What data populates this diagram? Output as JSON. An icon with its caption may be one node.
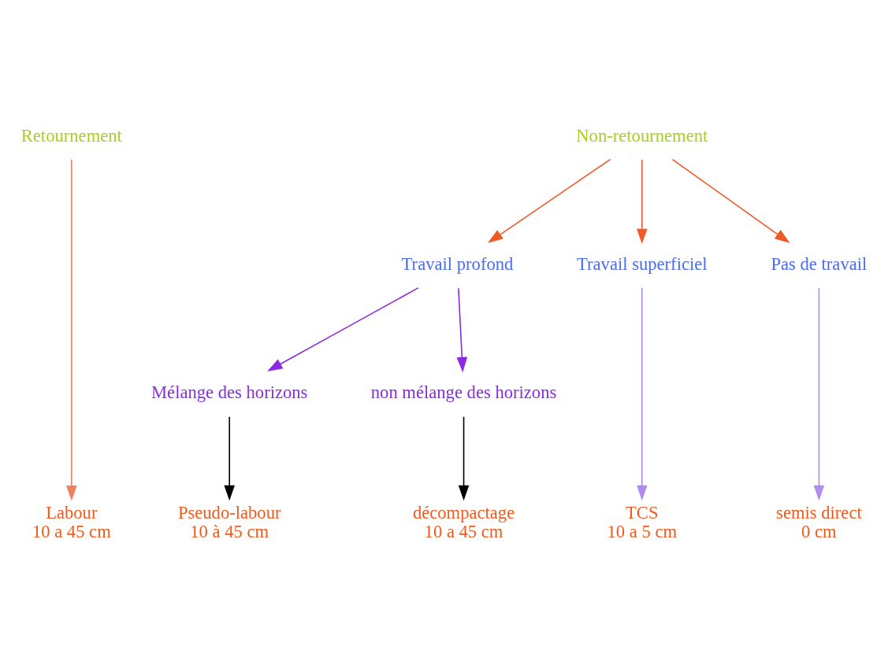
{
  "diagram": {
    "nodes": [
      {
        "text": [
          "Retournement"
        ]
      },
      {
        "text": [
          "Non-retournement"
        ]
      },
      {
        "text": [
          "Travail profond"
        ]
      },
      {
        "text": [
          "Travail superficiel"
        ]
      },
      {
        "text": [
          "Pas de travail"
        ]
      },
      {
        "text": [
          "Mélange des horizons"
        ]
      },
      {
        "text": [
          "non mélange des horizons"
        ]
      },
      {
        "text": [
          "Labour",
          "10 a 45 cm"
        ]
      },
      {
        "text": [
          "Pseudo-labour",
          "10 à 45 cm"
        ]
      },
      {
        "text": [
          "décompactage",
          "10 a 45 cm"
        ]
      },
      {
        "text": [
          "TCS",
          "10 a 5 cm"
        ]
      },
      {
        "text": [
          "semis direct",
          "0 cm"
        ]
      }
    ],
    "edges": [
      {
        "from": 0,
        "to": 7,
        "arrow": "to",
        "color": "#f08060"
      },
      {
        "from": 1,
        "to": 2,
        "arrow": "to",
        "color": "#f05a28"
      },
      {
        "from": 1,
        "to": 3,
        "arrow": "to",
        "color": "#f05a28"
      },
      {
        "from": 1,
        "to": 4,
        "arrow": "to",
        "color": "#f05a28"
      },
      {
        "from": 2,
        "to": 5,
        "arrow": "to",
        "color": "#8a2be2"
      },
      {
        "from": 2,
        "to": 6,
        "arrow": "to",
        "color": "#8a2be2"
      },
      {
        "from": 5,
        "to": 8,
        "arrow": "to",
        "color": "#000000"
      },
      {
        "from": 6,
        "to": 9,
        "arrow": "to",
        "color": "#000000"
      },
      {
        "from": 3,
        "to": 10,
        "arrow": "to",
        "color": "#b08cf0"
      },
      {
        "from": 4,
        "to": 11,
        "arrow": "to",
        "color": "#b08cf0"
      }
    ]
  }
}
